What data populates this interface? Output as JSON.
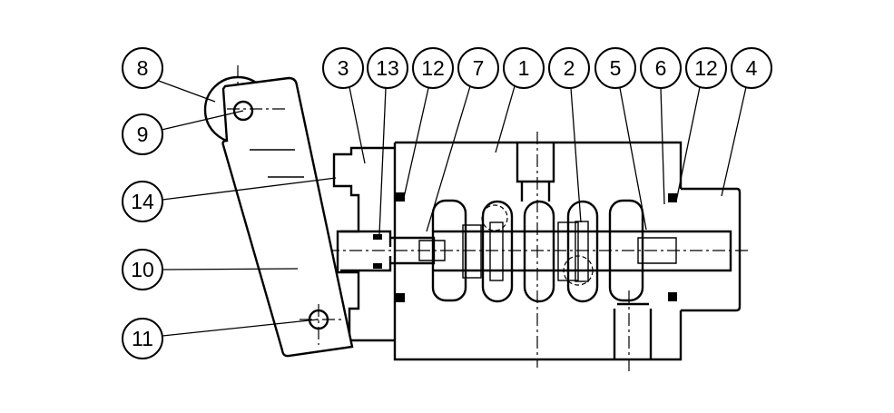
{
  "callouts": {
    "c8": "8",
    "c9": "9",
    "c14": "14",
    "c10": "10",
    "c11": "11",
    "c3": "3",
    "c13": "13",
    "c12a": "12",
    "c7": "7",
    "c1": "1",
    "c2": "2",
    "c5": "5",
    "c6": "6",
    "c12b": "12",
    "c4": "4"
  }
}
